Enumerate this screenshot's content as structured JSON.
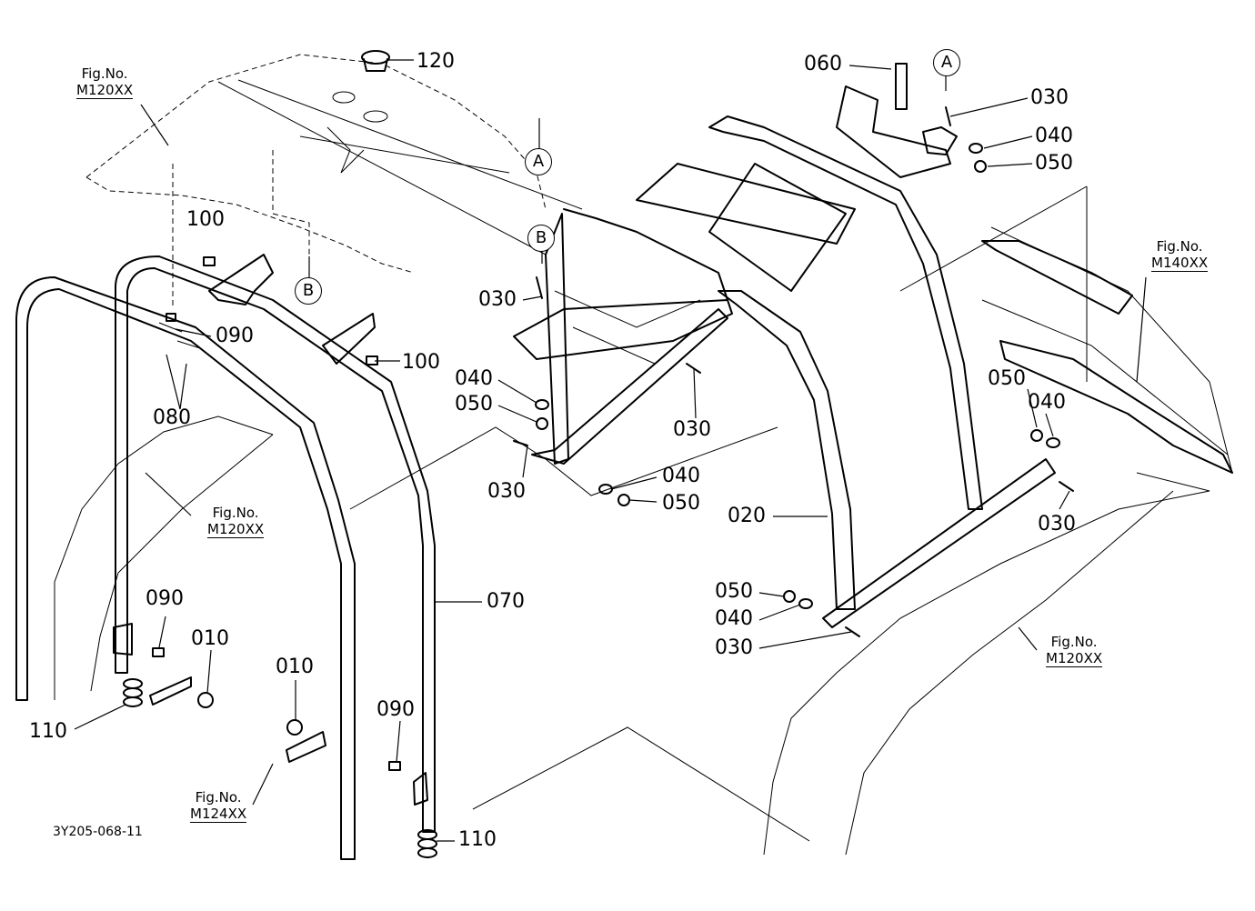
{
  "diagram": {
    "code": "3Y205-068-11",
    "labels": {
      "p120": "120",
      "p060": "060",
      "p030_top": "030",
      "p040_top": "040",
      "p050_top": "050",
      "p100_a": "100",
      "p100_b": "100",
      "p090_a": "090",
      "p080": "080",
      "p030_b": "030",
      "p040_mid": "040",
      "p050_mid": "050",
      "p030_mid": "030",
      "p030_low": "030",
      "p040_low": "040",
      "p050_low": "050",
      "p050_right": "050",
      "p040_right": "040",
      "p030_right": "030",
      "p020": "020",
      "p050_bot": "050",
      "p040_bot": "040",
      "p030_bot": "030",
      "p070": "070",
      "p090_b": "090",
      "p010_a": "010",
      "p010_b": "010",
      "p090_c": "090",
      "p110_a": "110",
      "p110_b": "110"
    },
    "markers": {
      "a_top": "A",
      "a_left": "A",
      "b_upper": "B",
      "b_lower": "B"
    },
    "fig_refs": {
      "top_left": {
        "title": "Fig.No.",
        "ref": "M120XX"
      },
      "mid_left": {
        "title": "Fig.No.",
        "ref": "M120XX"
      },
      "right": {
        "title": "Fig.No.",
        "ref": "M140XX"
      },
      "bottom_right": {
        "title": "Fig.No.",
        "ref": "M120XX"
      },
      "bottom_left": {
        "title": "Fig.No.",
        "ref": "M124XX"
      }
    }
  }
}
